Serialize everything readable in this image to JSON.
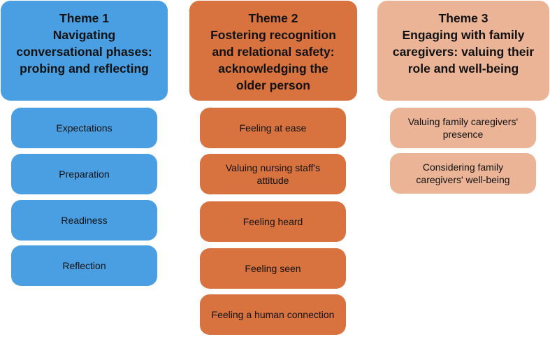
{
  "themes": [
    {
      "title_lines": [
        "Theme 1",
        "Navigating",
        "conversational phases:",
        "probing and reflecting"
      ],
      "color": "#4a9fe2",
      "subthemes": [
        [
          "Expectations"
        ],
        [
          "Preparation"
        ],
        [
          "Readiness"
        ],
        [
          "Reflection"
        ]
      ]
    },
    {
      "title_lines": [
        "Theme 2",
        "Fostering recognition",
        "and relational safety:",
        "acknowledging the",
        "older person"
      ],
      "color": "#d8733f",
      "subthemes": [
        [
          "Feeling at ease"
        ],
        [
          "Valuing nursing staff's",
          "attitude"
        ],
        [
          "Feeling heard"
        ],
        [
          "Feeling seen"
        ],
        [
          "Feeling a human connection"
        ]
      ]
    },
    {
      "title_lines": [
        "Theme 3",
        "Engaging with family",
        "caregivers: valuing their",
        "role and well-being"
      ],
      "color": "#ebb497",
      "subthemes": [
        [
          "Valuing family caregivers'",
          "presence"
        ],
        [
          "Considering family",
          "caregivers' well-being"
        ]
      ]
    }
  ]
}
